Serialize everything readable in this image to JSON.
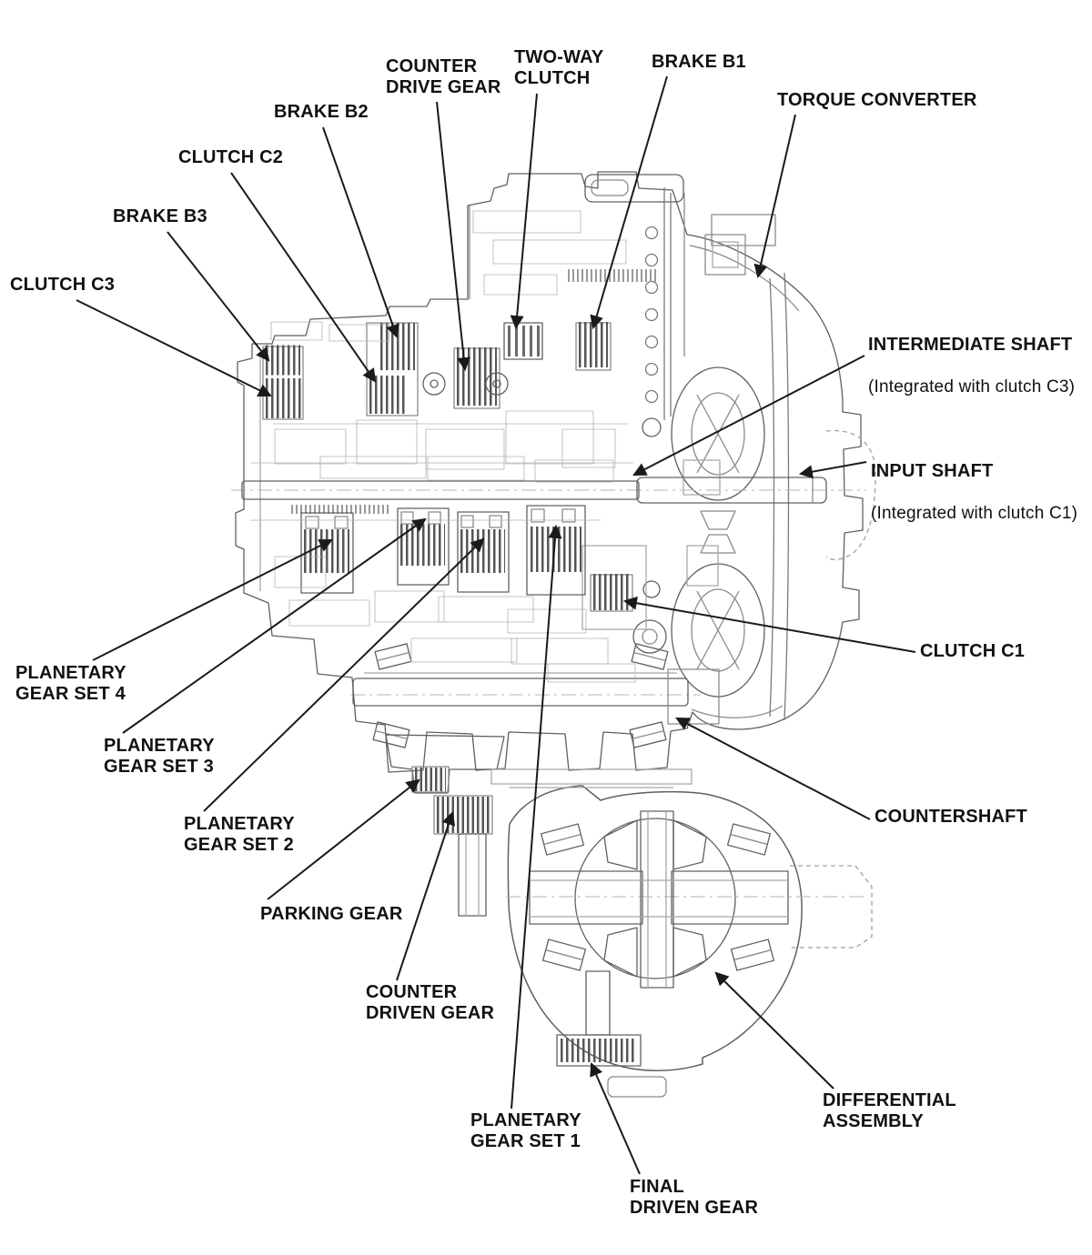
{
  "diagram_type": "transmission-cross-section",
  "colors": {
    "background": "#ffffff",
    "line_art": "#606060",
    "line_art_light": "#a8a8a8",
    "pack_stripes": "#565656",
    "label_text": "#111111",
    "leader": "#1a1a1a"
  },
  "labels": {
    "counter_drive_gear": {
      "text": "COUNTER\nDRIVE GEAR"
    },
    "two_way_clutch": {
      "text": "TWO-WAY\nCLUTCH"
    },
    "brake_b1": {
      "text": "BRAKE B1"
    },
    "torque_converter": {
      "text": "TORQUE CONVERTER"
    },
    "brake_b2": {
      "text": "BRAKE B2"
    },
    "clutch_c2": {
      "text": "CLUTCH C2"
    },
    "brake_b3": {
      "text": "BRAKE B3"
    },
    "clutch_c3": {
      "text": "CLUTCH C3"
    },
    "intermediate_shaft": {
      "text": "INTERMEDIATE SHAFT",
      "sub": "(Integrated with clutch C3)"
    },
    "input_shaft": {
      "text": "INPUT SHAFT",
      "sub": "(Integrated with clutch C1)"
    },
    "clutch_c1": {
      "text": "CLUTCH C1"
    },
    "planetary_gear_set_4": {
      "text": "PLANETARY\nGEAR SET 4"
    },
    "planetary_gear_set_3": {
      "text": "PLANETARY\nGEAR SET 3"
    },
    "planetary_gear_set_2": {
      "text": "PLANETARY\nGEAR SET 2"
    },
    "parking_gear": {
      "text": "PARKING GEAR"
    },
    "counter_driven_gear": {
      "text": "COUNTER\nDRIVEN GEAR"
    },
    "countershaft": {
      "text": "COUNTERSHAFT"
    },
    "planetary_gear_set_1": {
      "text": "PLANETARY\nGEAR SET 1"
    },
    "differential_assembly": {
      "text": "DIFFERENTIAL\nASSEMBLY"
    },
    "final_driven_gear": {
      "text": "FINAL\nDRIVEN GEAR"
    }
  }
}
